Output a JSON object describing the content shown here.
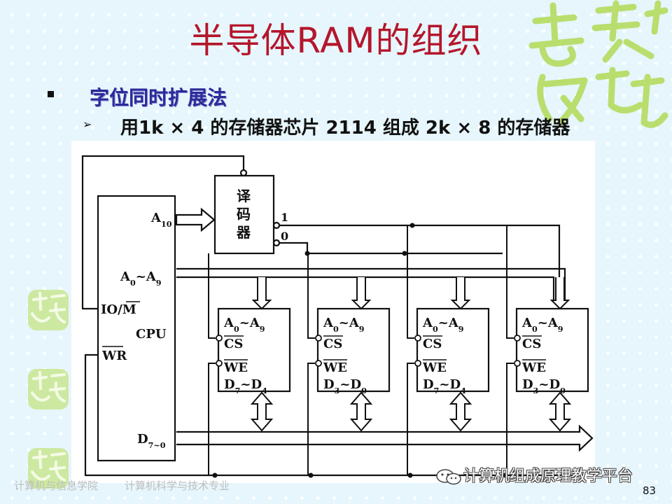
{
  "slide": {
    "title": "半导体RAM的组织",
    "bullet1": "字位同时扩展法",
    "bullet2": "用1k × 4 的存储器芯片 2114 组成  2k × 8 的存储器",
    "page_number": "83"
  },
  "footer": {
    "school": "计算机与信息学院",
    "major": "计算机科学与技术专业",
    "watermark": "计算机组成原理教学平台"
  },
  "diagram": {
    "cpu": {
      "label": "CPU",
      "a10": "A",
      "a10_sub": "10",
      "addr_a": "A",
      "addr_a_sub": "0",
      "addr_tilde": "~",
      "addr_b": "A",
      "addr_b_sub": "9",
      "io_m": "IO/",
      "io_m_bar": "M",
      "wr": "WR",
      "data_d": "D",
      "data_d_sub": "7~0"
    },
    "decoder": {
      "chars": [
        "译",
        "码",
        "器"
      ],
      "out1": "1",
      "out0": "0"
    },
    "chips": [
      {
        "addr": "A0~A9",
        "cs": "CS",
        "we": "WE",
        "data_a": "D",
        "data_a_sub": "7",
        "data_b": "D",
        "data_b_sub": "4"
      },
      {
        "addr": "A0~A9",
        "cs": "CS",
        "we": "WE",
        "data_a": "D",
        "data_a_sub": "3",
        "data_b": "D",
        "data_b_sub": "0"
      },
      {
        "addr": "A0~A9",
        "cs": "CS",
        "we": "WE",
        "data_a": "D",
        "data_a_sub": "7",
        "data_b": "D",
        "data_b_sub": "4"
      },
      {
        "addr": "A0~A9",
        "cs": "CS",
        "we": "WE",
        "data_a": "D",
        "data_a_sub": "3",
        "data_b": "D",
        "data_b_sub": "0"
      }
    ]
  },
  "decor": {
    "logo_text": "吉祥如意",
    "accent_green": "#b9de6e",
    "title_red": "#b5162b",
    "bullet_blue": "#2d2a9c"
  }
}
